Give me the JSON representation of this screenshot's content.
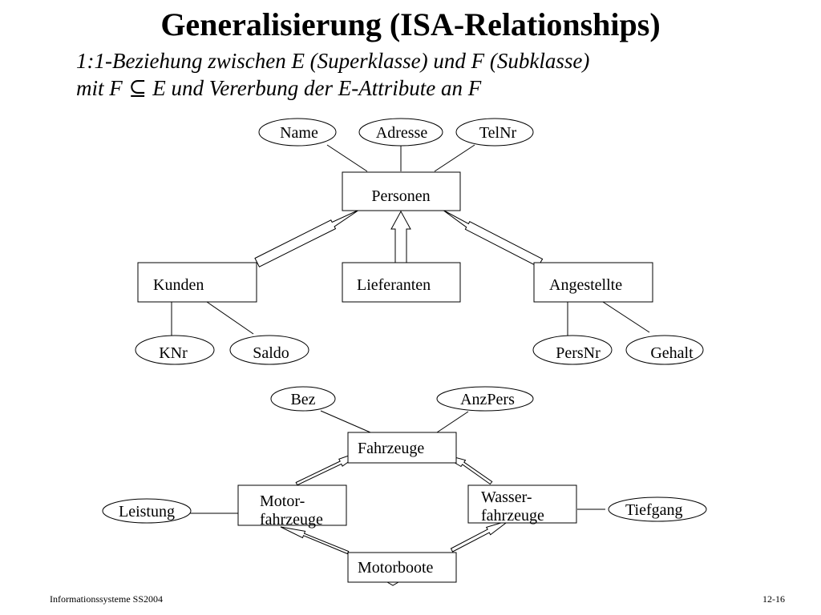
{
  "title": "Generalisierung (ISA-Relationships)",
  "subtitle": {
    "line1": "1:1-Beziehung zwischen E (Superklasse) und F (Subklasse)",
    "line2_prefix": "mit F",
    "line2_symbol": "⊆",
    "line2_suffix": "E und Vererbung der E-Attribute an F"
  },
  "diagram1": {
    "entities": {
      "personen": "Personen",
      "kunden": "Kunden",
      "lieferanten": "Lieferanten",
      "angestellte": "Angestellte"
    },
    "attributes": {
      "name": "Name",
      "adresse": "Adresse",
      "telnr": "TelNr",
      "knr": "KNr",
      "saldo": "Saldo",
      "persnr": "PersNr",
      "gehalt": "Gehalt"
    }
  },
  "diagram2": {
    "entities": {
      "fahrzeuge": "Fahrzeuge",
      "motor_line1": "Motor-",
      "motor_line2": "fahrzeuge",
      "wasser_line1": "Wasser-",
      "wasser_line2": "fahrzeuge",
      "motorboote": "Motorboote"
    },
    "attributes": {
      "bez": "Bez",
      "anzpers": "AnzPers",
      "leistung": "Leistung",
      "tiefgang": "Tiefgang"
    }
  },
  "footer": {
    "left": "Informationssysteme SS2004",
    "right": "12-16"
  }
}
